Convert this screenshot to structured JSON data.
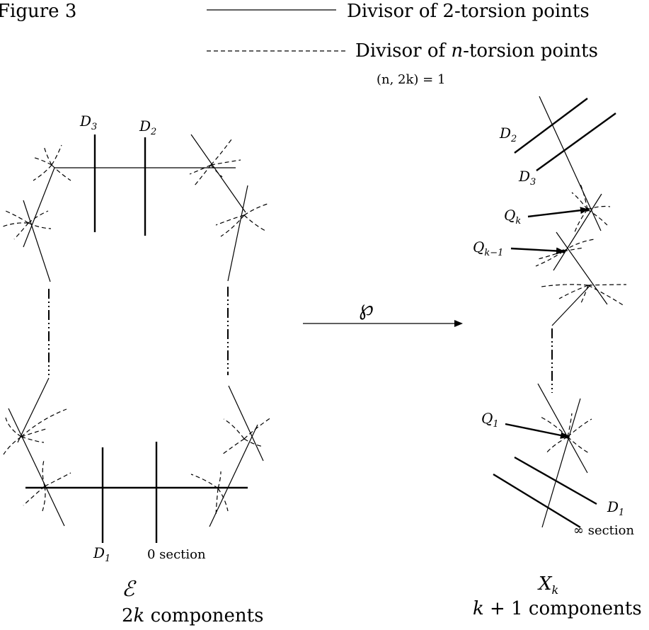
{
  "figure_title": "Figure 3",
  "legend": {
    "solid_label": "Divisor of 2-torsion points",
    "dashed_label_pre": "Divisor of ",
    "dashed_label_n": "n",
    "dashed_label_post": "-torsion points",
    "condition": "(n, 2k) = 1"
  },
  "left": {
    "label_D3": "D",
    "label_D3_sub": "3",
    "label_D2": "D",
    "label_D2_sub": "2",
    "label_D1": "D",
    "label_D1_sub": "1",
    "zero_section": "0 section",
    "space_symbol": "ℰ",
    "components_pre": "2",
    "components_k": "k",
    "components_post": " components"
  },
  "map": {
    "symbol": "℘"
  },
  "right": {
    "label_D2": "D",
    "label_D2_sub": "2",
    "label_D3": "D",
    "label_D3_sub": "3",
    "label_Qk": "Q",
    "label_Qk_sub": "k",
    "label_Qk1": "Q",
    "label_Qk1_sub": "k−1",
    "label_Q1": "Q",
    "label_Q1_sub": "1",
    "label_D1": "D",
    "label_D1_sub": "1",
    "infinity_section": "∞ section",
    "space_X": "X",
    "space_X_sub": "k",
    "components_pre": "k",
    "components_post": " + 1 components"
  }
}
